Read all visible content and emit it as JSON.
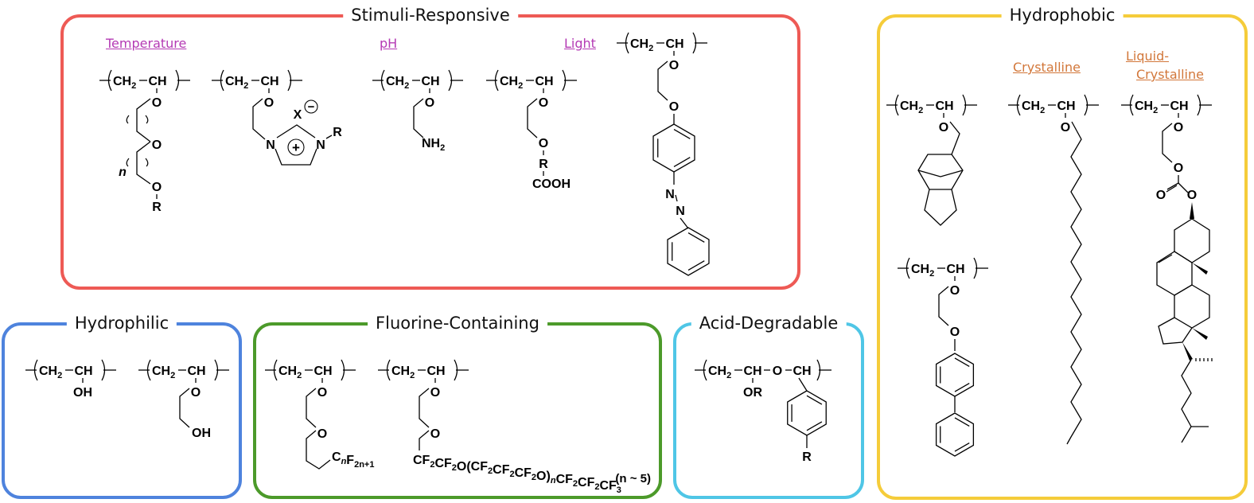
{
  "colors": {
    "stimuli": "#EE5A55",
    "hydrophobic": "#F5CC3A",
    "hydrophilic": "#4E83DD",
    "fluorine": "#4C9A2A",
    "acid": "#4FC6E6",
    "stimuli_sublabel": "#B43AB4",
    "hydrophobic_sublabel": "#D2773A"
  },
  "panels": {
    "stimuli": {
      "title": "Stimuli-Responsive",
      "sublabels": {
        "temperature": "Temperature",
        "ph": "pH",
        "light": "Light"
      },
      "structures": [
        {
          "name": "oligo-ethylene-glycol-vinyl-ether",
          "backbone": "CH2-CH",
          "side": "O-(CH2CH2O)n-R",
          "repeat": "n",
          "end": "R"
        },
        {
          "name": "imidazolium-vinyl-ether",
          "backbone": "CH2-CH",
          "counter_ion": "X",
          "charge": "+",
          "substituent": "R"
        },
        {
          "name": "aminoethyl-vinyl-ether",
          "backbone": "CH2-CH",
          "end": "NH2"
        },
        {
          "name": "carboxy-vinyl-ether",
          "backbone": "CH2-CH",
          "linker": "R",
          "end": "COOH"
        },
        {
          "name": "azobenzene-vinyl-ether",
          "backbone": "CH2-CH",
          "azo": "N=N"
        }
      ]
    },
    "hydrophobic": {
      "title": "Hydrophobic",
      "sublabels": {
        "crystalline": "Crystalline",
        "liquid_crystalline_1": "Liquid-",
        "liquid_crystalline_2": "Crystalline"
      },
      "structures": [
        {
          "name": "tricyclodecane-vinyl-ether",
          "backbone": "CH2-CH"
        },
        {
          "name": "biphenyl-vinyl-ether",
          "backbone": "CH2-CH"
        },
        {
          "name": "octadecyl-vinyl-ether",
          "backbone": "CH2-CH"
        },
        {
          "name": "cholesteryl-carbonate-vinyl-ether",
          "backbone": "CH2-CH"
        }
      ]
    },
    "hydrophilic": {
      "title": "Hydrophilic",
      "structures": [
        {
          "name": "poly-vinyl-alcohol",
          "backbone": "CH2-CH",
          "end": "OH"
        },
        {
          "name": "hydroxyethyl-vinyl-ether",
          "backbone": "CH2-CH",
          "end": "OH"
        }
      ]
    },
    "fluorine": {
      "title": "Fluorine-Containing",
      "structures": [
        {
          "name": "perfluoroalkyl-vinyl-ether",
          "backbone": "CH2-CH",
          "end": "CnF2n+1"
        },
        {
          "name": "perfluoropolyether-vinyl-ether",
          "backbone": "CH2-CH",
          "end": "CF2CF2O(CF2CF2CF2O)nCF2CF2CF3"
        }
      ],
      "note": "(n ~ 5)"
    },
    "acid": {
      "title": "Acid-Degradable",
      "structures": [
        {
          "name": "acetal-backbone-polymer",
          "backbone": "CH2-CH-O-CH",
          "side": "OR",
          "aryl_end": "R"
        }
      ]
    }
  },
  "atoms": {
    "CH2": "CH",
    "sub2": "2",
    "CH": "CH",
    "O": "O",
    "R": "R",
    "n": "n",
    "X": "X",
    "N": "N",
    "NH": "NH",
    "OH": "OH",
    "OR": "OR",
    "COOH": "COOH",
    "C": "C",
    "F": "F",
    "sub2n1": "2n+1",
    "pf_a": "CF",
    "pf_b": "CF",
    "pf_c": "O(CF",
    "pf_d": "CF",
    "pf_e": "CF",
    "pf_f": "O)",
    "pf_g": "CF",
    "pf_h": "CF",
    "pf_i": "CF",
    "sub3": "3",
    "minus": "−",
    "plus": "+"
  }
}
